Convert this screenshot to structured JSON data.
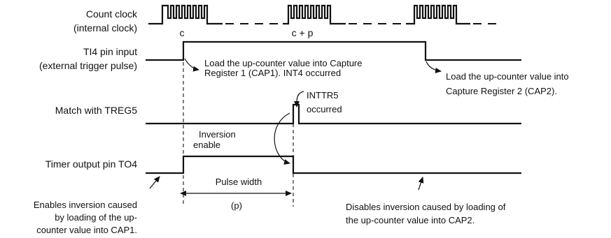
{
  "signals": {
    "count_clock_line1": "Count clock",
    "count_clock_line2": "(internal clock)",
    "ti4_line1": "TI4 pin input",
    "ti4_line2": "(external trigger pulse)",
    "match": "Match with TREG5",
    "timer_output": "Timer output pin TO4"
  },
  "markers": {
    "c": "c",
    "c_plus_p": "c + p"
  },
  "annotations": {
    "load_cap1_line1": "Load the up-counter value into Capture",
    "load_cap1_line2": "Register 1 (CAP1).   INT4 occurred",
    "load_cap2_line1": "Load the up-counter value into",
    "load_cap2_line2": "Capture Register 2 (CAP2).",
    "inttr5_line1": "INTTR5",
    "inttr5_line2": "occurred",
    "inversion_line1": "Inversion",
    "inversion_line2": "enable",
    "pulse_width": "Pulse width",
    "p": "(p)",
    "enables_line1": "Enables inversion caused",
    "enables_line2": "by loading of the up-",
    "enables_line3": "counter value into CAP1.",
    "disables_line1": "Disables inversion caused by loading of",
    "disables_line2": "the up-counter value into CAP2."
  },
  "colors": {
    "ink": "#111111",
    "background": "#ffffff"
  }
}
